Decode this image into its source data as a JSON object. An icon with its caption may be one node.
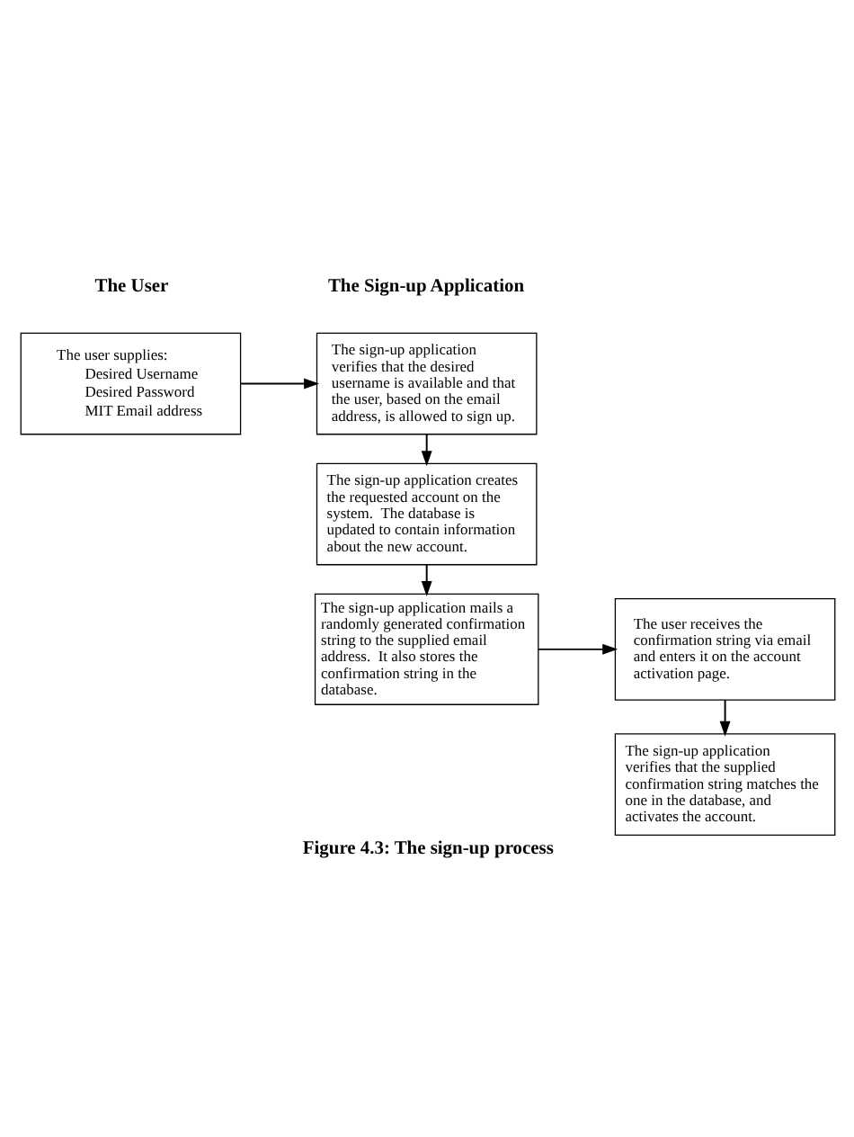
{
  "diagram": {
    "caption": "Figure 4.3: The sign-up process",
    "nodes": [
      {
        "text": [
          "The user supplies:",
          "Desired Username",
          "Desired Password",
          "MIT Email address"
        ]
      },
      {
        "text": [
          "The sign-up application verifies that the desired username is available and that the user, based on the email address, is allowed to sign up."
        ]
      },
      {
        "text": [
          "The sign-up application creates the requested account on the system.  The database is updated to contain information about the new account."
        ]
      },
      {
        "text": [
          "The sign-up application mails a randomly generated confirmation string to the supplied email address.  It also stores the confirmation string in the database."
        ]
      },
      {
        "text": [
          "The user receives the confirmation string via email and enters it on the account activation page."
        ]
      },
      {
        "text": [
          "The sign-up application verifies that the supplied confirmation string matches the one in the database, and activates the account."
        ]
      }
    ],
    "edges": [
      {
        "from": 0,
        "to": 1,
        "arrow": "to"
      },
      {
        "from": 1,
        "to": 2,
        "arrow": "to"
      },
      {
        "from": 2,
        "to": 3,
        "arrow": "to"
      },
      {
        "from": 3,
        "to": 4,
        "arrow": "to"
      },
      {
        "from": 4,
        "to": 5,
        "arrow": "to"
      }
    ],
    "labels": [
      "The User",
      "The Sign-up Application"
    ]
  }
}
